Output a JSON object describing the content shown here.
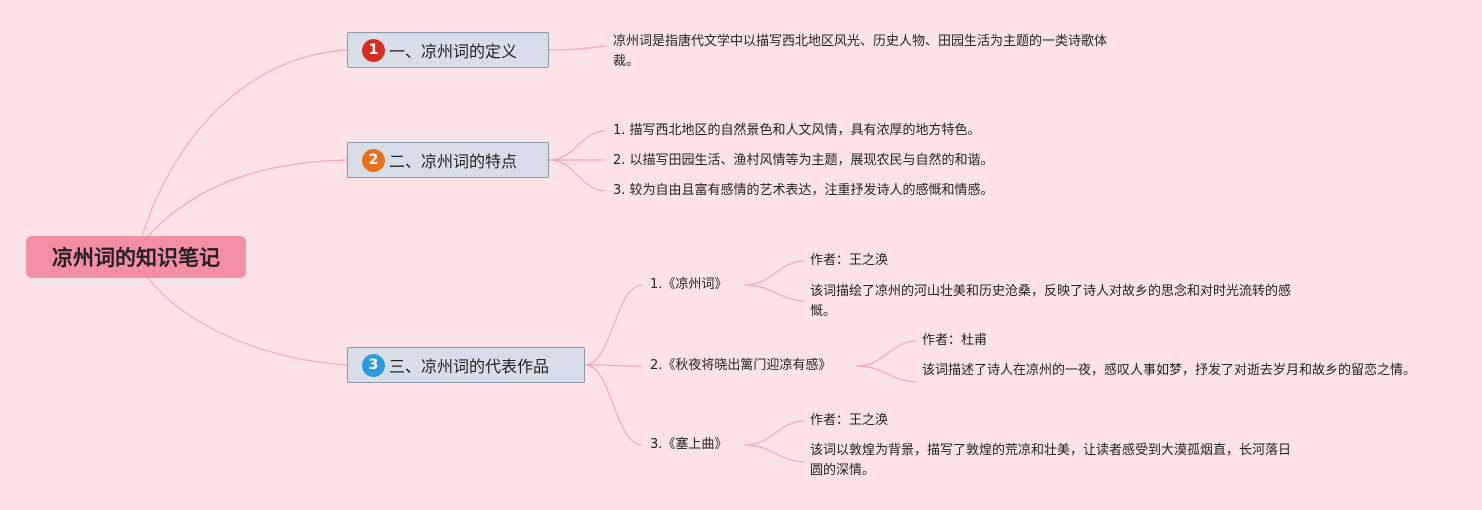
{
  "root": {
    "title": "凉州词的知识笔记"
  },
  "colors": {
    "root_fill": "#f48ea3",
    "branch_fill": "#d8dee8",
    "link": "#f3a7b6",
    "badge1": "#d62d20",
    "badge2": "#e8711c",
    "badge3": "#2a9be0"
  },
  "branches": [
    {
      "badge": "1",
      "title": "一、凉州词的定义",
      "text": "凉州词是指唐代文学中以描写西北地区风光、历史人物、田园生活为主题的一类诗歌体裁。"
    },
    {
      "badge": "2",
      "title": "二、凉州词的特点",
      "points": [
        "1. 描写西北地区的自然景色和人文风情，具有浓厚的地方特色。",
        "2. 以描写田园生活、渔村风情等为主题，展现农民与自然的和谐。",
        "3. 较为自由且富有感情的艺术表达，注重抒发诗人的感慨和情感。"
      ]
    },
    {
      "badge": "3",
      "title": "三、凉州词的代表作品",
      "works": [
        {
          "title": "1.《凉州词》",
          "author": "作者：王之涣",
          "desc": "该词描绘了凉州的河山壮美和历史沧桑，反映了诗人对故乡的思念和对时光流转的感慨。"
        },
        {
          "title": "2.《秋夜将晓出篱门迎凉有感》",
          "author": "作者：杜甫",
          "desc": "该词描述了诗人在凉州的一夜，感叹人事如梦，抒发了对逝去岁月和故乡的留恋之情。"
        },
        {
          "title": "3.《塞上曲》",
          "author": "作者：王之涣",
          "desc": "该词以敦煌为背景，描写了敦煌的荒凉和壮美，让读者感受到大漠孤烟直，长河落日圆的深情。"
        }
      ]
    }
  ]
}
